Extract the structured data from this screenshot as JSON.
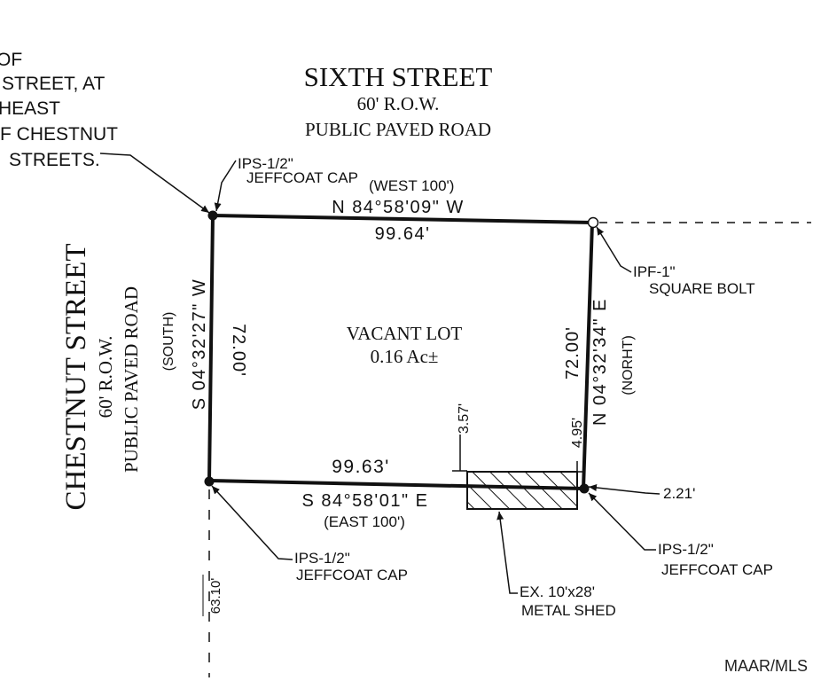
{
  "top_road": {
    "name": "SIXTH STREET",
    "row": "60' R.O.W.",
    "type": "PUBLIC PAVED ROAD"
  },
  "left_road": {
    "name": "CHESTNUT STREET",
    "row": "60' R.O.W.",
    "type": "PUBLIC PAVED ROAD"
  },
  "corner_note": {
    "lines": [
      "OF",
      "STREET, AT",
      "HEAST",
      "F CHESTNUT",
      "STREETS."
    ]
  },
  "lot": {
    "label": "VACANT LOT",
    "area": "0.16 Ac±"
  },
  "boundaries": {
    "north": {
      "bearing": "N 84°58'09\" W",
      "distance": "99.64'",
      "deed": "(WEST 100')"
    },
    "south": {
      "bearing": "S 84°58'01\" E",
      "distance": "99.63'",
      "deed": "(EAST 100')"
    },
    "west": {
      "bearing": "S 04°32'27\" W",
      "distance": "72.00'",
      "deed": "(SOUTH)"
    },
    "east": {
      "bearing": "N 04°32'34\" E",
      "distance": "72.00'",
      "deed": "(NORHT)"
    }
  },
  "monuments": {
    "nw": [
      "IPS-1/2\"",
      "JEFFCOAT CAP"
    ],
    "ne": [
      "IPF-1\"",
      "SQUARE BOLT"
    ],
    "sw": [
      "IPS-1/2\"",
      "JEFFCOAT CAP"
    ],
    "se": [
      "IPS-1/2\"",
      "JEFFCOAT CAP"
    ]
  },
  "shed": {
    "lines": [
      "EX. 10'x28'",
      "METAL SHED"
    ],
    "offset_north": "3.57'",
    "offset_east": "4.95'",
    "offset_corner": "2.21'"
  },
  "side_dimension": "63.10'",
  "watermark": "MAAR/MLS"
}
